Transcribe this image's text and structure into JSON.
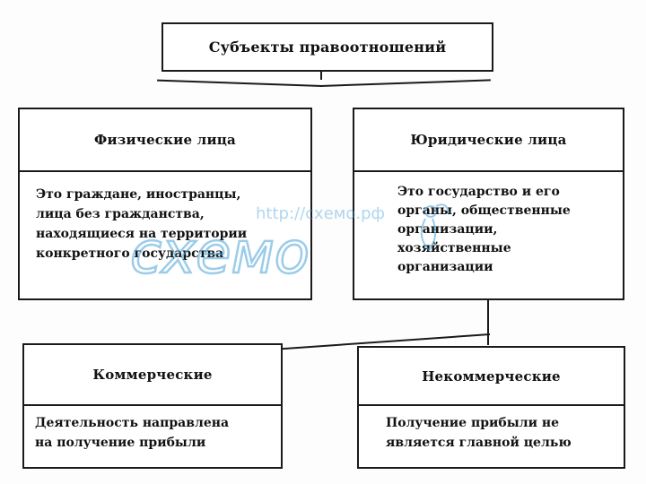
{
  "title": "Субъекты правоотношений",
  "natural_persons": {
    "title": "Физические лица",
    "description_lines": [
      "Это граждане, иностранцы,",
      "лица без гражданства,",
      "находящиеся на территории",
      "конкретного государства"
    ]
  },
  "legal_entities": {
    "title": "Юридические лица",
    "description_lines": [
      "Это государство и его",
      "органы, общественные",
      "организации,",
      "хозяйственные",
      "организации"
    ]
  },
  "commercial": {
    "title": "Коммерческие",
    "description_lines": [
      "Деятельность направлена",
      "на получение прибыли"
    ]
  },
  "noncommercial": {
    "title": "Некоммерческие",
    "description_lines": [
      "Получение прибыли не",
      "является главной целью"
    ]
  },
  "watermark": {
    "url": "http://схемо.рф",
    "logo": "схемо",
    "color": "#4aa3d8"
  },
  "colors": {
    "border": "#1a1a1a",
    "text": "#111111"
  }
}
